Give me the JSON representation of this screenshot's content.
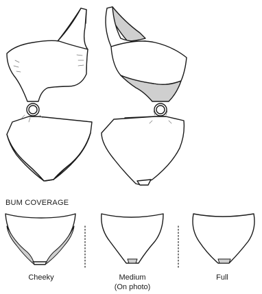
{
  "section_title": "BUM COVERAGE",
  "coverage_options": [
    {
      "label": "Cheeky",
      "sublabel": ""
    },
    {
      "label": "Medium",
      "sublabel": "(On photo)"
    },
    {
      "label": "Full",
      "sublabel": ""
    }
  ],
  "colors": {
    "line": "#1a1a1a",
    "lining_shade": "#cfcfcf",
    "background": "#ffffff"
  }
}
